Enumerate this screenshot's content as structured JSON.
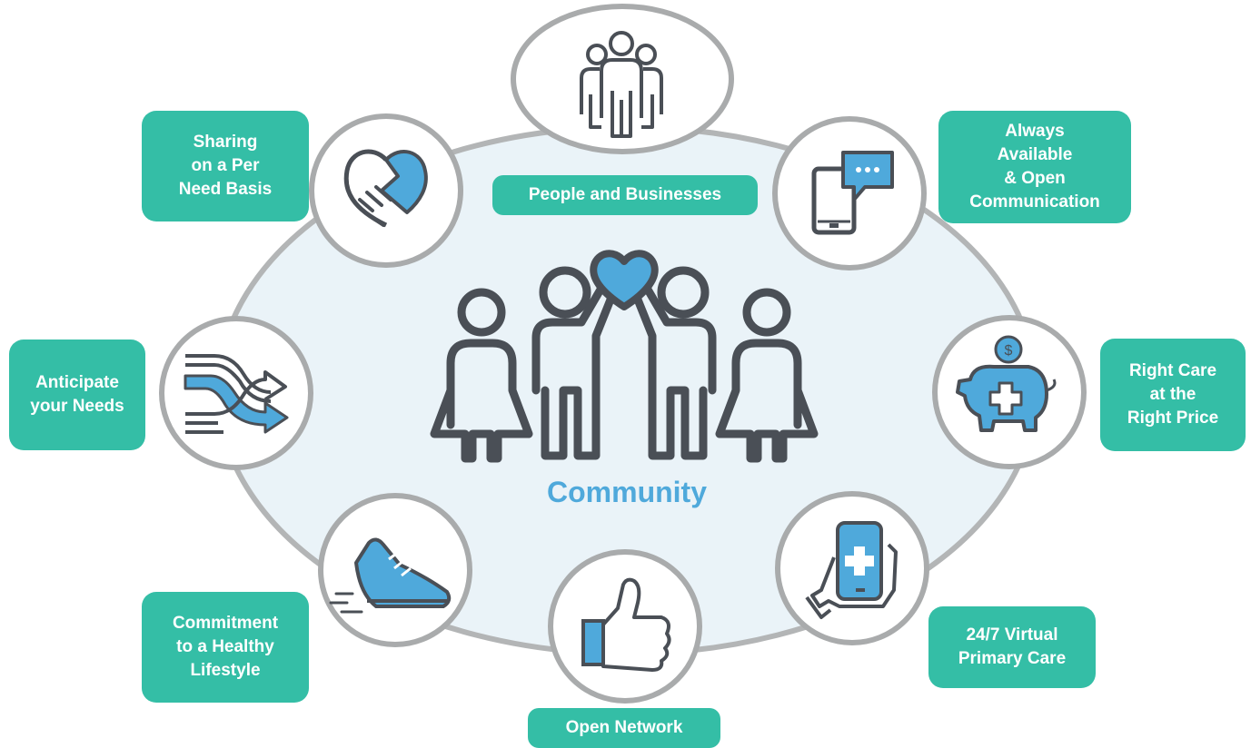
{
  "center": {
    "title": "Community"
  },
  "nodes": [
    {
      "id": "people",
      "label": "People and Businesses",
      "icon": "group-people-icon"
    },
    {
      "id": "communication",
      "label": "Always\nAvailable\n& Open\nCommunication",
      "icon": "tablet-chat-icon"
    },
    {
      "id": "price",
      "label": "Right Care\nat the\nRight Price",
      "icon": "piggy-bank-icon"
    },
    {
      "id": "virtual",
      "label": "24/7 Virtual\nPrimary Care",
      "icon": "phone-in-hand-icon"
    },
    {
      "id": "network",
      "label": "Open Network",
      "icon": "thumbs-up-icon"
    },
    {
      "id": "lifestyle",
      "label": "Commitment\nto a Healthy\nLifestyle",
      "icon": "sneaker-icon"
    },
    {
      "id": "anticipate",
      "label": "Anticipate\nyour Needs",
      "icon": "crossing-arrows-icon"
    },
    {
      "id": "sharing",
      "label": "Sharing\non a Per\nNeed Basis",
      "icon": "handshake-heart-icon"
    }
  ],
  "colors": {
    "teal": "#34bea6",
    "blue": "#4fa9db",
    "outline": "#4a4f56",
    "ring": "#a9abac",
    "ellipse_fill": "#eaf3f8"
  }
}
